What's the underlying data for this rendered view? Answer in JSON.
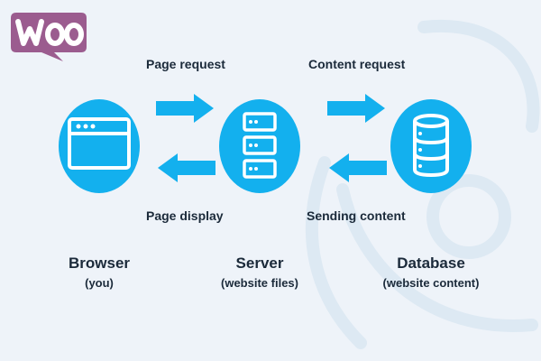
{
  "logo": {
    "text": "Woo",
    "color": "#9b5c8f"
  },
  "colors": {
    "accent": "#13b0ee",
    "text": "#1b2a3a",
    "background": "#eef3f9"
  },
  "flows": {
    "page_request": "Page request",
    "page_display": "Page display",
    "content_request": "Content request",
    "sending_content": "Sending content"
  },
  "nodes": {
    "browser": {
      "name": "Browser",
      "sub": "(you)",
      "icon": "browser-window-icon"
    },
    "server": {
      "name": "Server",
      "sub": "(website files)",
      "icon": "server-rack-icon"
    },
    "database": {
      "name": "Database",
      "sub": "(website content)",
      "icon": "database-icon"
    }
  }
}
